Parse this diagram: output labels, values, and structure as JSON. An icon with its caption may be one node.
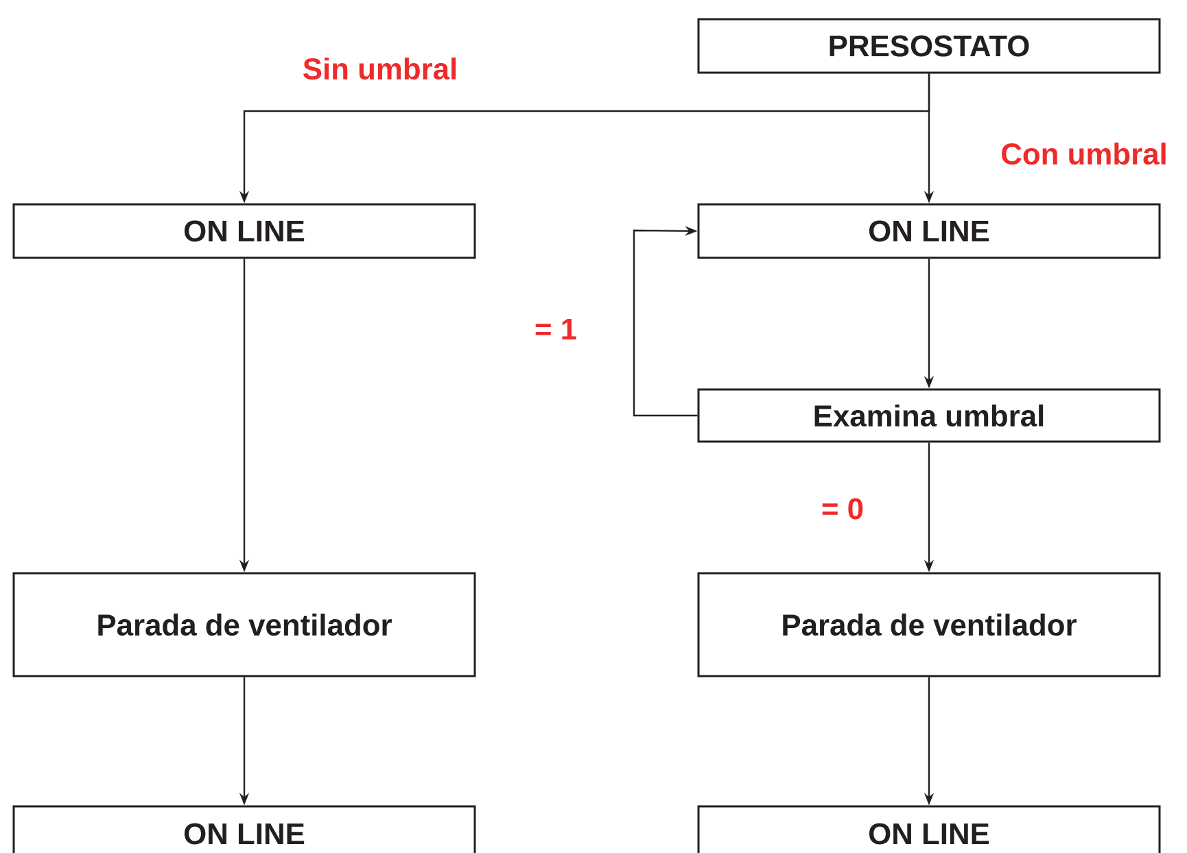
{
  "diagram": {
    "nodes": [
      {
        "text": [
          "PRESOSTATO"
        ]
      },
      {
        "text": [
          "ON LINE"
        ]
      },
      {
        "text": [
          "ON LINE"
        ]
      },
      {
        "text": [
          "Examina umbral"
        ]
      },
      {
        "text": [
          "Parada de ventilador"
        ]
      },
      {
        "text": [
          "Parada de ventilador"
        ]
      },
      {
        "text": [
          "ON LINE"
        ]
      },
      {
        "text": [
          "ON LINE"
        ]
      }
    ],
    "edges": [
      {
        "from": 0,
        "to": 1,
        "arrow": "to",
        "label": "Sin umbral"
      },
      {
        "from": 0,
        "to": 2,
        "arrow": "to",
        "label": "Con umbral"
      },
      {
        "from": 2,
        "to": 3,
        "arrow": "to"
      },
      {
        "from": 3,
        "to": 2,
        "arrow": "to",
        "label": "= 1"
      },
      {
        "from": 1,
        "to": 4,
        "arrow": "to"
      },
      {
        "from": 3,
        "to": 5,
        "arrow": "to",
        "label": "= 0"
      },
      {
        "from": 4,
        "to": 6,
        "arrow": "to"
      },
      {
        "from": 5,
        "to": 7,
        "arrow": "to"
      }
    ]
  }
}
